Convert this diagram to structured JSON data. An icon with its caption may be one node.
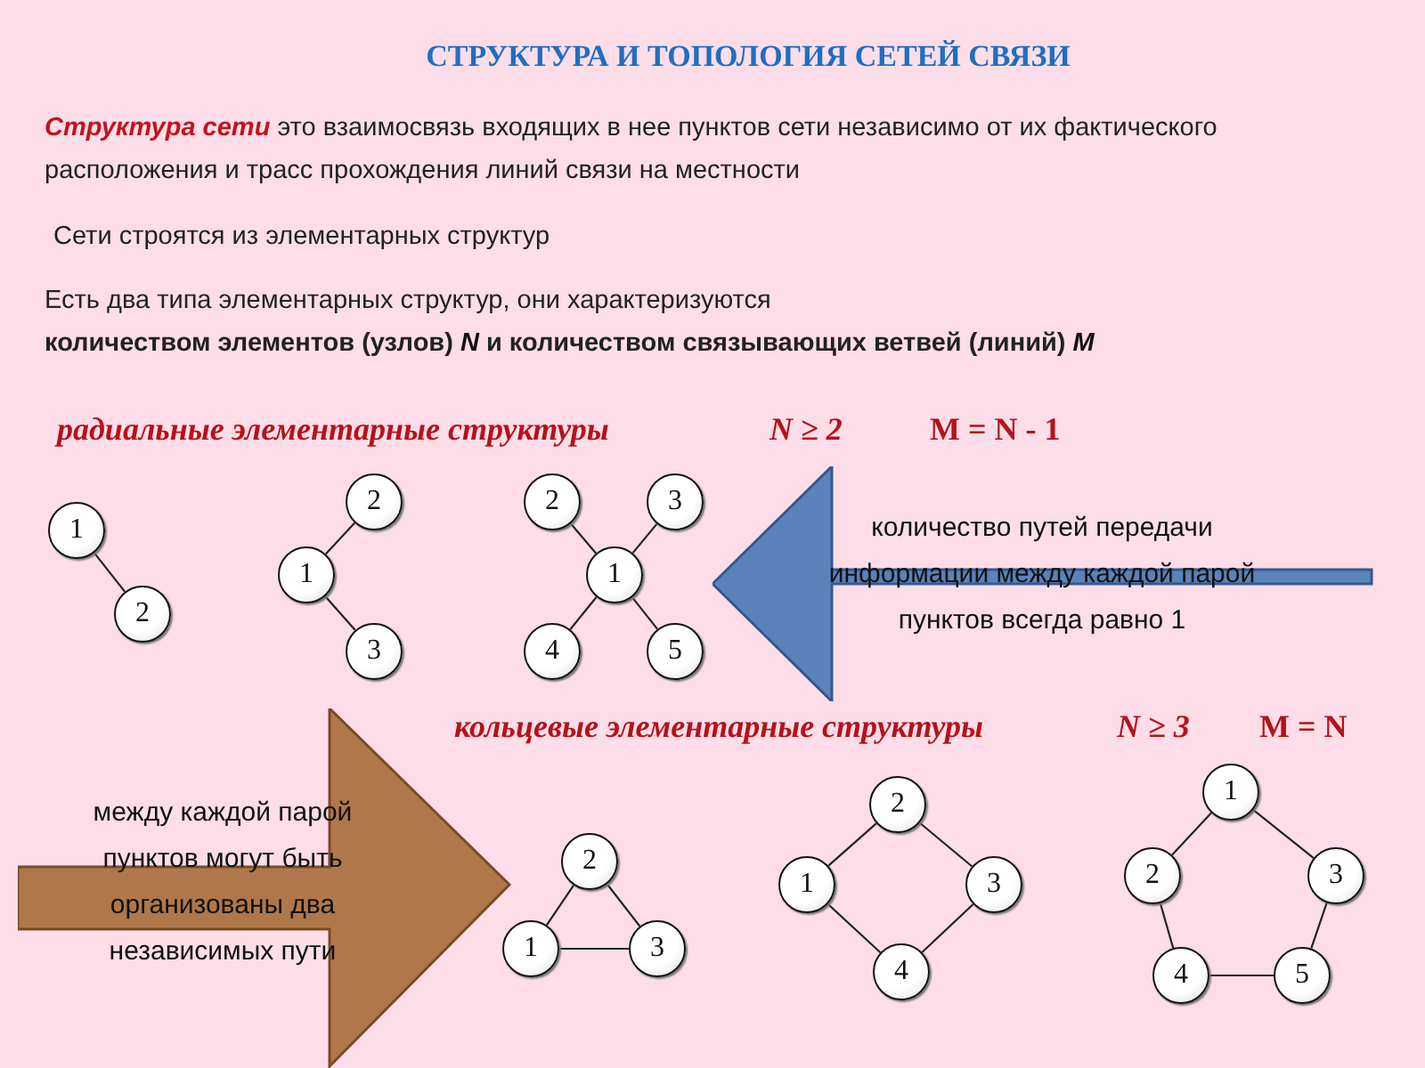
{
  "diagram": {
    "title": "СТРУКТУРА И ТОПОЛОГИЯ СЕТЕЙ СВЯЗИ",
    "nodes": [
      {
        "text": [
          "1"
        ]
      },
      {
        "text": [
          "2"
        ]
      },
      {
        "text": [
          "2"
        ]
      },
      {
        "text": [
          "1"
        ]
      },
      {
        "text": [
          "3"
        ]
      },
      {
        "text": [
          "2"
        ]
      },
      {
        "text": [
          "3"
        ]
      },
      {
        "text": [
          "1"
        ]
      },
      {
        "text": [
          "4"
        ]
      },
      {
        "text": [
          "5"
        ]
      },
      {
        "text": [
          "количество путей передачи информации между каждой парой пунктов всегда равно 1"
        ]
      },
      {
        "text": [
          "между каждой парой пунктов могут быть организованы два независимых пути"
        ]
      },
      {
        "text": [
          "2"
        ]
      },
      {
        "text": [
          "1"
        ]
      },
      {
        "text": [
          "3"
        ]
      },
      {
        "text": [
          "2"
        ]
      },
      {
        "text": [
          "1"
        ]
      },
      {
        "text": [
          "3"
        ]
      },
      {
        "text": [
          "4"
        ]
      },
      {
        "text": [
          "1"
        ]
      },
      {
        "text": [
          "2"
        ]
      },
      {
        "text": [
          "3"
        ]
      },
      {
        "text": [
          "4"
        ]
      },
      {
        "text": [
          "5"
        ]
      }
    ],
    "edges": [
      {
        "from": 0,
        "to": 1,
        "arrow": "none"
      },
      {
        "from": 3,
        "to": 2,
        "arrow": "none"
      },
      {
        "from": 3,
        "to": 4,
        "arrow": "none"
      },
      {
        "from": 7,
        "to": 5,
        "arrow": "none"
      },
      {
        "from": 7,
        "to": 6,
        "arrow": "none"
      },
      {
        "from": 7,
        "to": 8,
        "arrow": "none"
      },
      {
        "from": 7,
        "to": 9,
        "arrow": "none"
      },
      {
        "from": 12,
        "to": 13,
        "arrow": "none"
      },
      {
        "from": 12,
        "to": 14,
        "arrow": "none"
      },
      {
        "from": 13,
        "to": 14,
        "arrow": "none"
      },
      {
        "from": 15,
        "to": 16,
        "arrow": "none"
      },
      {
        "from": 15,
        "to": 17,
        "arrow": "none"
      },
      {
        "from": 16,
        "to": 18,
        "arrow": "none"
      },
      {
        "from": 17,
        "to": 18,
        "arrow": "none"
      },
      {
        "from": 19,
        "to": 20,
        "arrow": "none"
      },
      {
        "from": 19,
        "to": 21,
        "arrow": "none"
      },
      {
        "from": 20,
        "to": 22,
        "arrow": "none"
      },
      {
        "from": 21,
        "to": 23,
        "arrow": "none"
      },
      {
        "from": 22,
        "to": 23,
        "arrow": "none"
      }
    ],
    "labels": [
      "*Структура сети* это взаимосвязь входящих в нее пунктов сети независимо от их фактического расположения и трасс прохождения линий связи на местности",
      "Сети строятся из элементарных структур",
      "Есть два типа элементарных структур, они характеризуются",
      "количеством элементов (узлов) *N* и количеством связывающих ветвей (линий) *M*",
      "радиальные элементарные структуры",
      "N ≥ 2",
      "M = N - 1",
      "кольцевые элементарные структуры",
      "N ≥ 3",
      "M = N"
    ]
  }
}
